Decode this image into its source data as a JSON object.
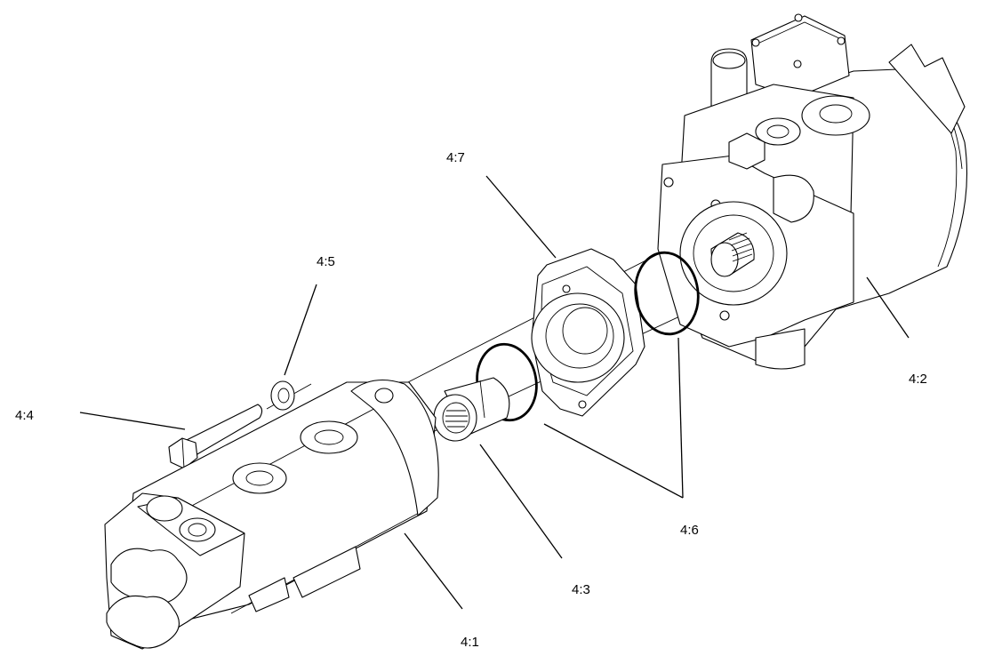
{
  "diagram": {
    "callouts": {
      "c41": "4:1",
      "c42": "4:2",
      "c43": "4:3",
      "c44": "4:4",
      "c45": "4:5",
      "c46": "4:6",
      "c47": "4:7"
    }
  }
}
